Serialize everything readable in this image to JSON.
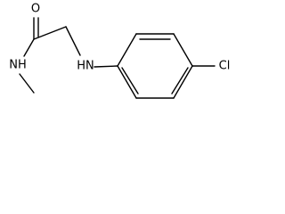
{
  "molecule": {
    "atoms": {
      "oxygen": "O",
      "amide_nitrogen": "NH",
      "amine_nitrogen": "HN",
      "chlorine": "Cl"
    },
    "colors": {
      "bond": "#000000",
      "label": "#000000",
      "background": "#ffffff"
    }
  }
}
